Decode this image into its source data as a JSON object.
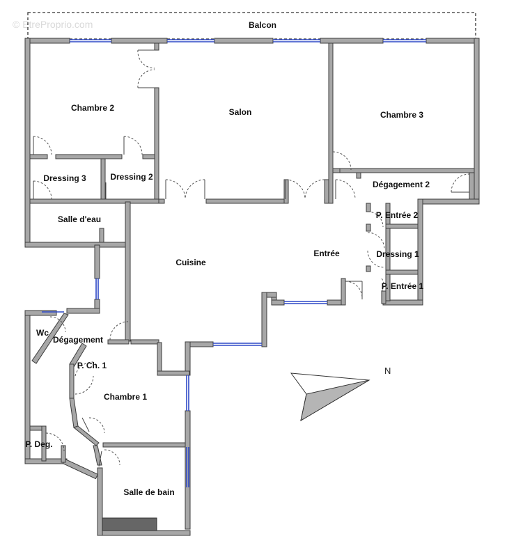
{
  "watermark": "© EtreProprio.com",
  "rooms": {
    "balcon": "Balcon",
    "chambre2": "Chambre 2",
    "salon": "Salon",
    "chambre3": "Chambre 3",
    "dressing3": "Dressing 3",
    "dressing2": "Dressing 2",
    "degagement2": "Dégagement 2",
    "salle_eau": "Salle d'eau",
    "p_entree2": "P. Entrée 2",
    "cuisine": "Cuisine",
    "entree": "Entrée",
    "dressing1": "Dressing 1",
    "p_entree1": "P. Entrée 1",
    "wc": "Wc",
    "degagement": "Dégagement",
    "p_ch1": "P. Ch. 1",
    "chambre1": "Chambre 1",
    "p_deg": "P. Deg.",
    "salle_bain": "Salle de bain"
  },
  "compass": {
    "label": "N"
  }
}
